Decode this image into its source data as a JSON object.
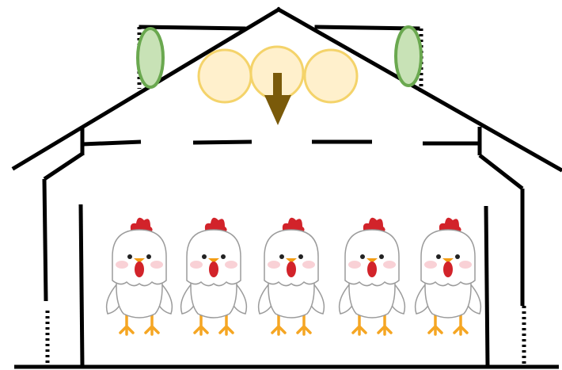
{
  "diagram": {
    "subject": "poultry-house-ventilation",
    "house": {
      "wall_color": "#000000"
    },
    "fans": {
      "count": 2,
      "fill": "#c8e2b6",
      "stroke": "#6aa84f"
    },
    "heaters": {
      "count": 3,
      "fill": "#fff0cc",
      "stroke": "#f4d36a"
    },
    "airflow_arrow": {
      "direction": "down",
      "color": "#7a5a0a"
    },
    "chickens": {
      "count": 5,
      "comb_color": "#d2232a",
      "beak_color": "#f39c12",
      "feet_color": "#f5a623",
      "cheek_color": "#f8c6cc",
      "outline_color": "#9b9b9b"
    }
  }
}
